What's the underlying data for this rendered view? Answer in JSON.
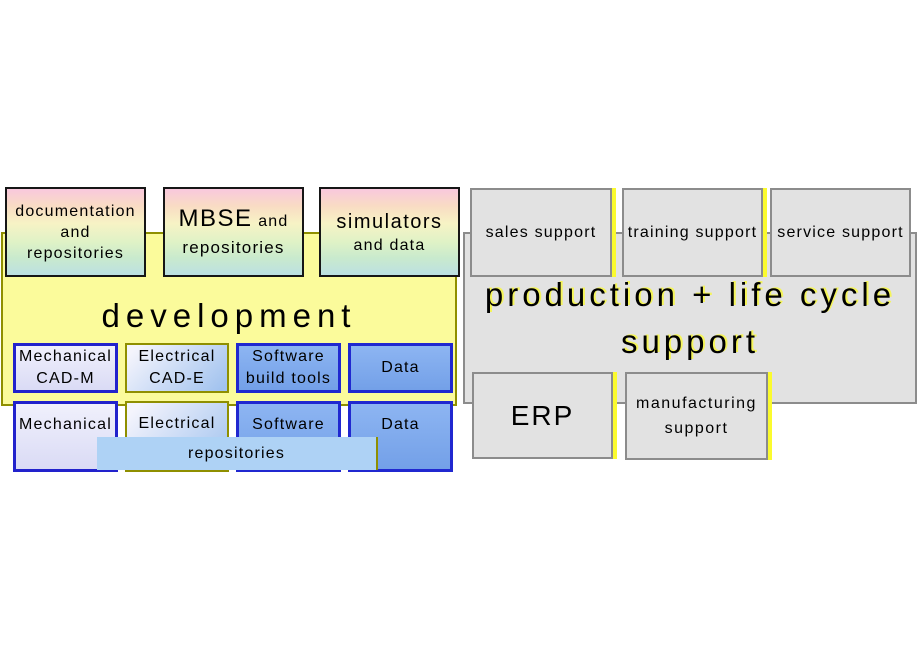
{
  "dev": {
    "title": "development",
    "doc_box": {
      "line1": "documentation",
      "line2": "and",
      "line3": "repositories"
    },
    "mbse_box": {
      "big": "MBSE",
      "small": " and",
      "line2": "repositories"
    },
    "sim_box": {
      "line1": "simulators",
      "line2": "and data"
    },
    "tools": [
      {
        "line1": "Mechanical",
        "line2": "CAD-M"
      },
      {
        "line1": "Electrical",
        "line2": "CAD-E"
      },
      {
        "line1": "Software",
        "line2": "build tools"
      },
      {
        "line1": "Data"
      }
    ],
    "domains": [
      {
        "line1": "Mechanical"
      },
      {
        "line1": "Electrical"
      },
      {
        "line1": "Software"
      },
      {
        "line1": "Data"
      }
    ],
    "repositories_bar": "repositories"
  },
  "prod": {
    "title_line1": "production + life cycle",
    "title_line2": "support",
    "support_boxes": [
      {
        "label": "sales support"
      },
      {
        "label": "training support"
      },
      {
        "label": "service support"
      }
    ],
    "erp_label": "ERP",
    "manufacturing": {
      "line1": "manufacturing",
      "line2": "support"
    }
  },
  "colors": {
    "dev_fill": "#FBFB9B",
    "dev_border": "#8F8F00",
    "prod_fill": "#E2E2E2",
    "prod_border": "#8C8C8C",
    "blue_border": "#2028D0",
    "blue_fill": "#7FA8EC",
    "lavender_fill": "#E6E6F8",
    "olive_border": "#8F8F00",
    "bar_fill": "#AED2F5",
    "yellow_shadow": "#FBFB2E",
    "gradient_stops": [
      "#F9C8DD",
      "#F9DCC4",
      "#F7F3C5",
      "#DFF2C6",
      "#C9EACD",
      "#BCE0E2"
    ]
  }
}
